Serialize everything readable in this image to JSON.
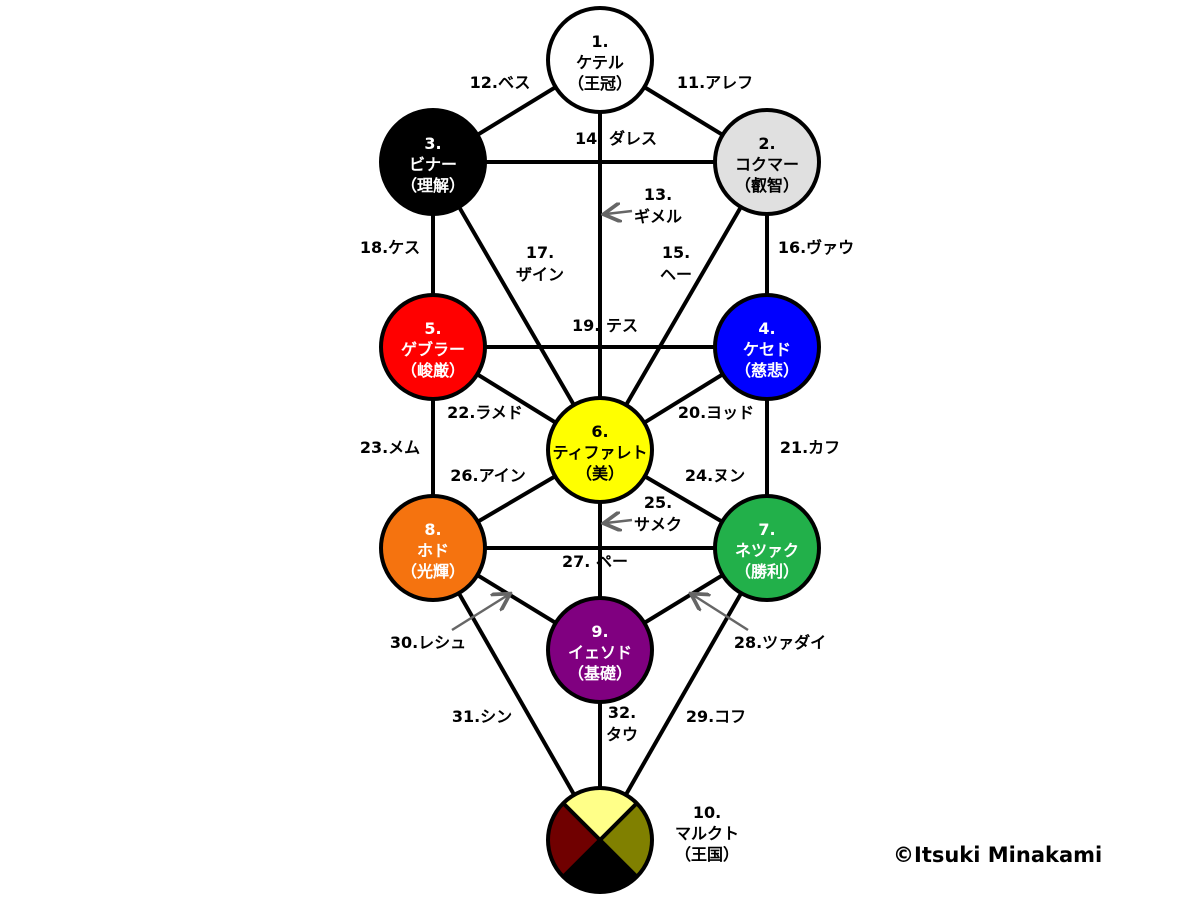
{
  "nodes": [
    {
      "id": 1,
      "lines": [
        "1.",
        "ケテル",
        "（王冠）"
      ],
      "fill": "#ffffff",
      "text": "#000000"
    },
    {
      "id": 2,
      "lines": [
        "2.",
        "コクマー",
        "（叡智）"
      ],
      "fill": "#e0e0e0",
      "text": "#000000"
    },
    {
      "id": 3,
      "lines": [
        "3.",
        "ビナー",
        "（理解）"
      ],
      "fill": "#000000",
      "text": "#ffffff"
    },
    {
      "id": 4,
      "lines": [
        "4.",
        "ケセド",
        "（慈悲）"
      ],
      "fill": "#0000ff",
      "text": "#ffffff"
    },
    {
      "id": 5,
      "lines": [
        "5.",
        "ゲブラー",
        "（峻厳）"
      ],
      "fill": "#ff0000",
      "text": "#ffffff"
    },
    {
      "id": 6,
      "lines": [
        "6.",
        "ティファレト",
        "（美）"
      ],
      "fill": "#ffff00",
      "text": "#000000"
    },
    {
      "id": 7,
      "lines": [
        "7.",
        "ネツァク",
        "（勝利）"
      ],
      "fill": "#22b04a",
      "text": "#ffffff"
    },
    {
      "id": 8,
      "lines": [
        "8.",
        "ホド",
        "（光輝）"
      ],
      "fill": "#f5730f",
      "text": "#ffffff"
    },
    {
      "id": 9,
      "lines": [
        "9.",
        "イェソド",
        "（基礎）"
      ],
      "fill": "#800080",
      "text": "#ffffff"
    }
  ],
  "malkuth": {
    "lines": [
      "10.",
      "マルクト",
      "（王国）"
    ],
    "colors": {
      "top": "#ffff88",
      "right": "#808000",
      "bottom": "#000000",
      "left": "#700000"
    }
  },
  "paths": [
    {
      "from": 1,
      "to": 2,
      "label": [
        "11.アレフ"
      ]
    },
    {
      "from": 1,
      "to": 3,
      "label": [
        "12.ベス"
      ]
    },
    {
      "from": 1,
      "to": 6,
      "label": [
        "13.",
        "ギメル"
      ]
    },
    {
      "from": 2,
      "to": 3,
      "label": [
        "14. ダレス"
      ]
    },
    {
      "from": 2,
      "to": 6,
      "label": [
        "15.",
        "ヘー"
      ]
    },
    {
      "from": 2,
      "to": 4,
      "label": [
        "16.ヴァウ"
      ]
    },
    {
      "from": 3,
      "to": 6,
      "label": [
        "17.",
        "ザイン"
      ]
    },
    {
      "from": 3,
      "to": 5,
      "label": [
        "18.ケス"
      ]
    },
    {
      "from": 4,
      "to": 5,
      "label": [
        "19. テス"
      ]
    },
    {
      "from": 4,
      "to": 6,
      "label": [
        "20.ヨッド"
      ]
    },
    {
      "from": 4,
      "to": 7,
      "label": [
        "21.カフ"
      ]
    },
    {
      "from": 5,
      "to": 6,
      "label": [
        "22.ラメド"
      ]
    },
    {
      "from": 5,
      "to": 8,
      "label": [
        "23.メム"
      ]
    },
    {
      "from": 6,
      "to": 7,
      "label": [
        "24.ヌン"
      ]
    },
    {
      "from": 6,
      "to": 9,
      "label": [
        "25.",
        "サメク"
      ]
    },
    {
      "from": 6,
      "to": 8,
      "label": [
        "26.アイン"
      ]
    },
    {
      "from": 7,
      "to": 8,
      "label": [
        "27. ペー"
      ]
    },
    {
      "from": 7,
      "to": 9,
      "label": [
        "28.ツァダイ"
      ]
    },
    {
      "from": 7,
      "to": 10,
      "label": [
        "29.コフ"
      ]
    },
    {
      "from": 8,
      "to": 9,
      "label": [
        "30.レシュ"
      ]
    },
    {
      "from": 8,
      "to": 10,
      "label": [
        "31.シン"
      ]
    },
    {
      "from": 9,
      "to": 10,
      "label": [
        "32.",
        "タウ"
      ]
    }
  ],
  "copyright": "©Itsuki Minakami"
}
